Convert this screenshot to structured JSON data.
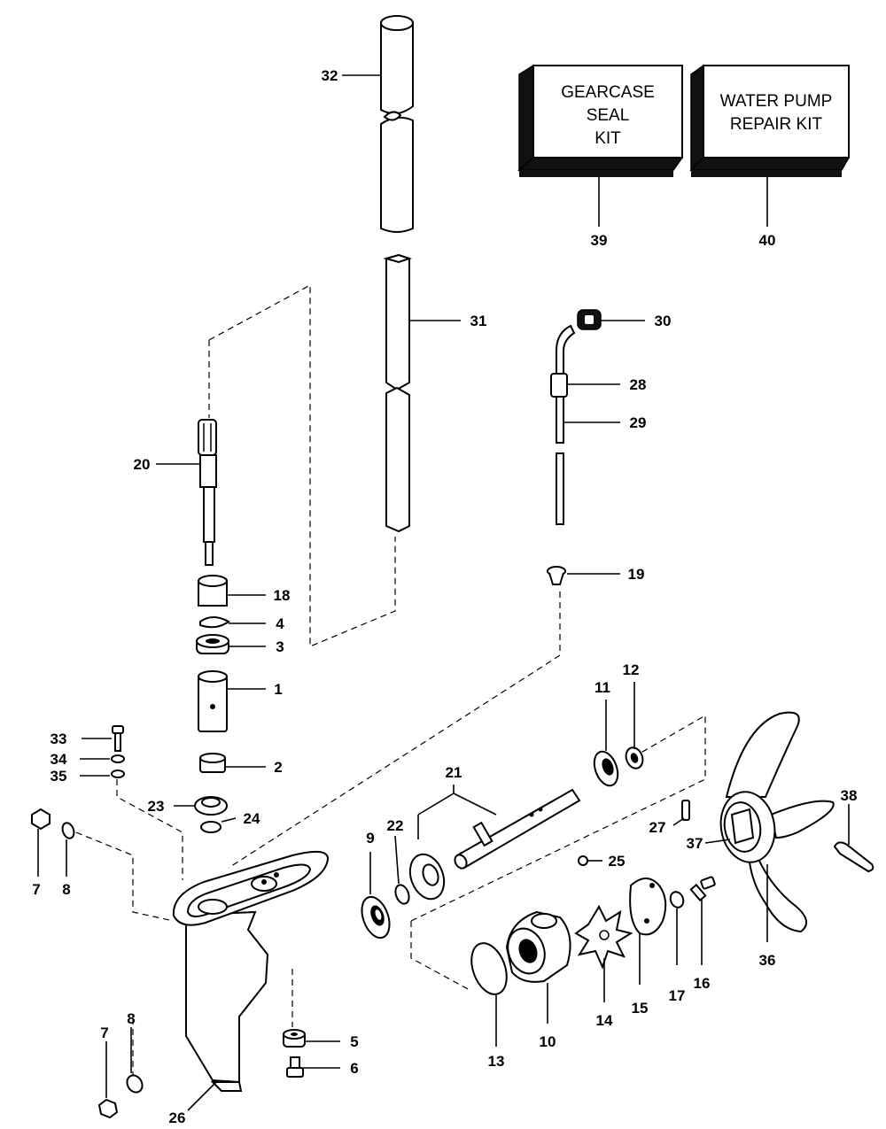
{
  "kits": {
    "gearcase": {
      "line1": "GEARCASE",
      "line2": "SEAL",
      "line3": "KIT",
      "ref": "39"
    },
    "water_pump": {
      "line1": "WATER PUMP",
      "line2": "REPAIR KIT",
      "ref": "40"
    }
  },
  "callouts": {
    "c1": "1",
    "c2": "2",
    "c3": "3",
    "c4": "4",
    "c5": "5",
    "c6": "6",
    "c7a": "7",
    "c7b": "7",
    "c8a": "8",
    "c8b": "8",
    "c9": "9",
    "c10": "10",
    "c11": "11",
    "c12": "12",
    "c13": "13",
    "c14": "14",
    "c15": "15",
    "c16": "16",
    "c17": "17",
    "c18": "18",
    "c19": "19",
    "c20": "20",
    "c21": "21",
    "c22": "22",
    "c23": "23",
    "c24": "24",
    "c25": "25",
    "c26": "26",
    "c27": "27",
    "c28": "28",
    "c29": "29",
    "c30": "30",
    "c31": "31",
    "c32": "32",
    "c33": "33",
    "c34": "34",
    "c35": "35",
    "c36": "36",
    "c37": "37",
    "c38": "38"
  }
}
